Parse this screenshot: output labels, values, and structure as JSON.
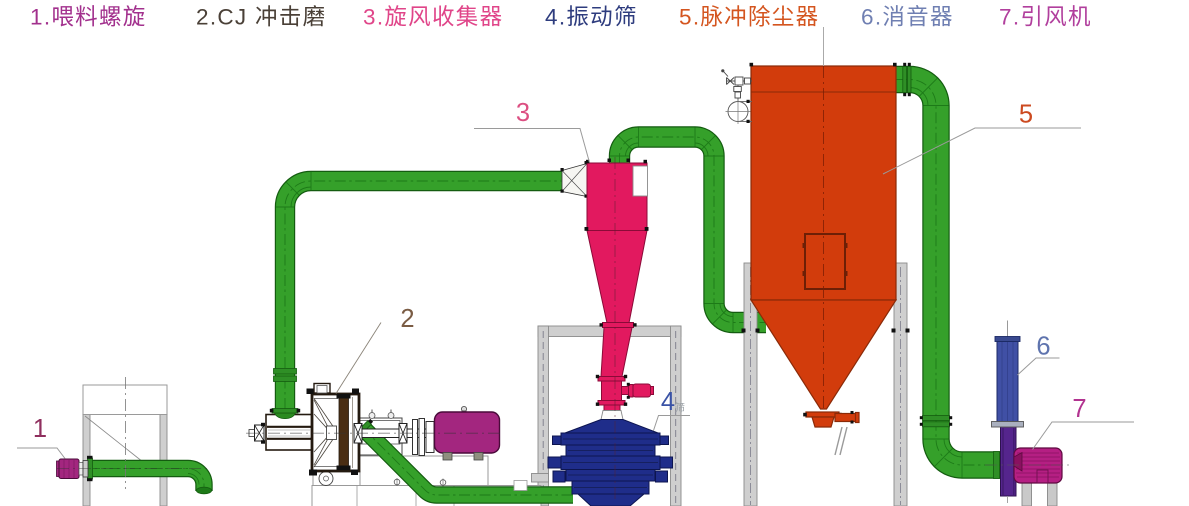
{
  "legend": {
    "items": [
      {
        "num": "1",
        "label": "1.喂料螺旋",
        "color": "#a2308d"
      },
      {
        "num": "2",
        "label": "2.CJ 冲击磨",
        "color": "#4a4037"
      },
      {
        "num": "3",
        "label": "3.旋风收集器",
        "color": "#e04589"
      },
      {
        "num": "4",
        "label": "4.振动筛",
        "color": "#2e3c7e"
      },
      {
        "num": "5",
        "label": "5.脉冲除尘器",
        "color": "#d4551f"
      },
      {
        "num": "6",
        "label": "6.消音器",
        "color": "#6f7fb2"
      },
      {
        "num": "7",
        "label": "7.引风机",
        "color": "#b13f9d"
      }
    ]
  },
  "callouts": {
    "c1": {
      "text": "1",
      "color": "#8f2f5e"
    },
    "c2": {
      "text": "2",
      "color": "#7a5c44"
    },
    "c3": {
      "text": "3",
      "color": "#dc4f82"
    },
    "c4": {
      "text": "4",
      "color": "#3952a5"
    },
    "c4sub": {
      "text": "筛",
      "color": "#9aa0a6"
    },
    "c5": {
      "text": "5",
      "color": "#cc4a20"
    },
    "c6": {
      "text": "6",
      "color": "#5f74ae"
    },
    "c7": {
      "text": "7",
      "color": "#b23390"
    }
  },
  "equipment_names": {
    "feed_screw": "喂料螺旋",
    "impact_mill": "CJ 冲击磨",
    "cyclone_collector": "旋风收集器",
    "vibrating_sieve": "振动筛",
    "pulse_dust_collector": "脉冲除尘器",
    "muffler": "消音器",
    "induced_draft_fan": "引风机"
  },
  "colors": {
    "pipe": "#35a02a",
    "pipeEdge": "#145c10",
    "pipeSeam": "#1d7a18",
    "pipeFlange": "#2f8f26",
    "cyclone": "#e2195f",
    "cycloneEdge": "#8b0a38",
    "collector": "#d23c0c",
    "collectorEdge": "#8a2a08",
    "sieve": "#1f2d8a",
    "sieveEdge": "#0d1550",
    "muffler": "#4050a5",
    "mufflerEdge": "#1c2a66",
    "duct": "#55258d",
    "ductEdge": "#2e1150",
    "fan": "#b51f83",
    "fanEdge": "#5e0a40",
    "motor": "#a3267f",
    "motorEdge": "#4a0a3a",
    "steel": "#cfcfcf",
    "steelEdge": "#8a8a8a",
    "rotor": "#4a2e14",
    "ink": "#241a10",
    "leader": "#9a9a9a"
  }
}
